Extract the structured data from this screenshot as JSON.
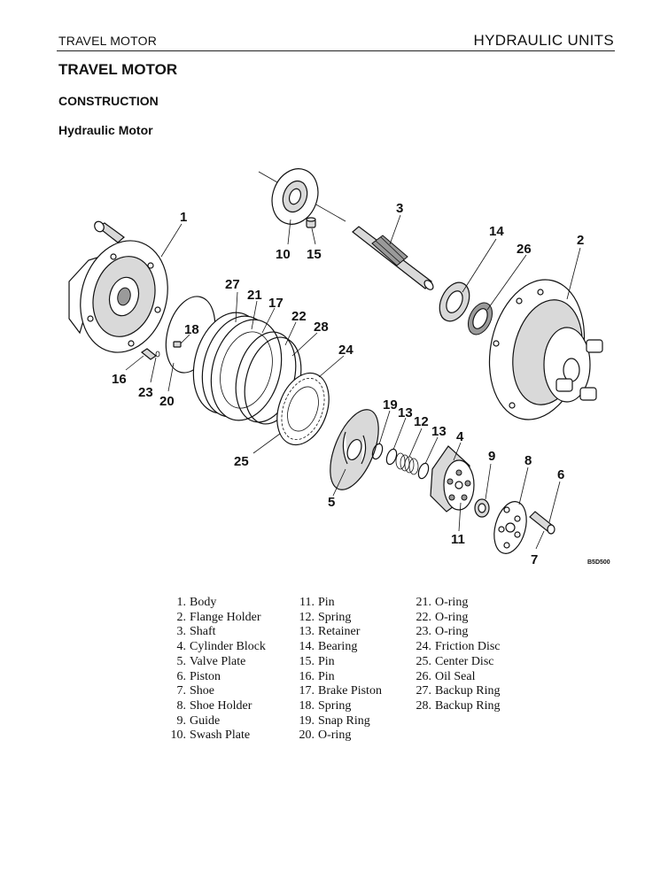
{
  "header": {
    "left": "TRAVEL MOTOR",
    "right": "HYDRAULIC UNITS"
  },
  "title": "TRAVEL MOTOR",
  "section": "CONSTRUCTION",
  "subsection": "Hydraulic Motor",
  "figure": {
    "code": "B5D500",
    "callouts": [
      "1",
      "2",
      "3",
      "4",
      "5",
      "6",
      "7",
      "8",
      "9",
      "10",
      "11",
      "12",
      "13",
      "13",
      "14",
      "15",
      "16",
      "17",
      "18",
      "19",
      "20",
      "21",
      "22",
      "23",
      "24",
      "25",
      "26",
      "27",
      "28"
    ]
  },
  "parts": {
    "col1": [
      {
        "num": "1.",
        "name": "Body"
      },
      {
        "num": "2.",
        "name": "Flange Holder"
      },
      {
        "num": "3.",
        "name": "Shaft"
      },
      {
        "num": "4.",
        "name": "Cylinder Block"
      },
      {
        "num": "5.",
        "name": "Valve Plate"
      },
      {
        "num": "6.",
        "name": "Piston"
      },
      {
        "num": "7.",
        "name": "Shoe"
      },
      {
        "num": "8.",
        "name": "Shoe Holder"
      },
      {
        "num": "9.",
        "name": "Guide"
      },
      {
        "num": "10.",
        "name": "Swash Plate"
      }
    ],
    "col2": [
      {
        "num": "11.",
        "name": "Pin"
      },
      {
        "num": "12.",
        "name": "Spring"
      },
      {
        "num": "13.",
        "name": "Retainer"
      },
      {
        "num": "14.",
        "name": "Bearing"
      },
      {
        "num": "15.",
        "name": "Pin"
      },
      {
        "num": "16.",
        "name": "Pin"
      },
      {
        "num": "17.",
        "name": "Brake Piston"
      },
      {
        "num": "18.",
        "name": "Spring"
      },
      {
        "num": "19.",
        "name": "Snap Ring"
      },
      {
        "num": "20.",
        "name": "O-ring"
      }
    ],
    "col3": [
      {
        "num": "21.",
        "name": "O-ring"
      },
      {
        "num": "22.",
        "name": "O-ring"
      },
      {
        "num": "23.",
        "name": "O-ring"
      },
      {
        "num": "24.",
        "name": "Friction Disc"
      },
      {
        "num": "25.",
        "name": "Center Disc"
      },
      {
        "num": "26.",
        "name": "Oil Seal"
      },
      {
        "num": "27.",
        "name": "Backup Ring"
      },
      {
        "num": "28.",
        "name": "Backup Ring"
      }
    ]
  }
}
